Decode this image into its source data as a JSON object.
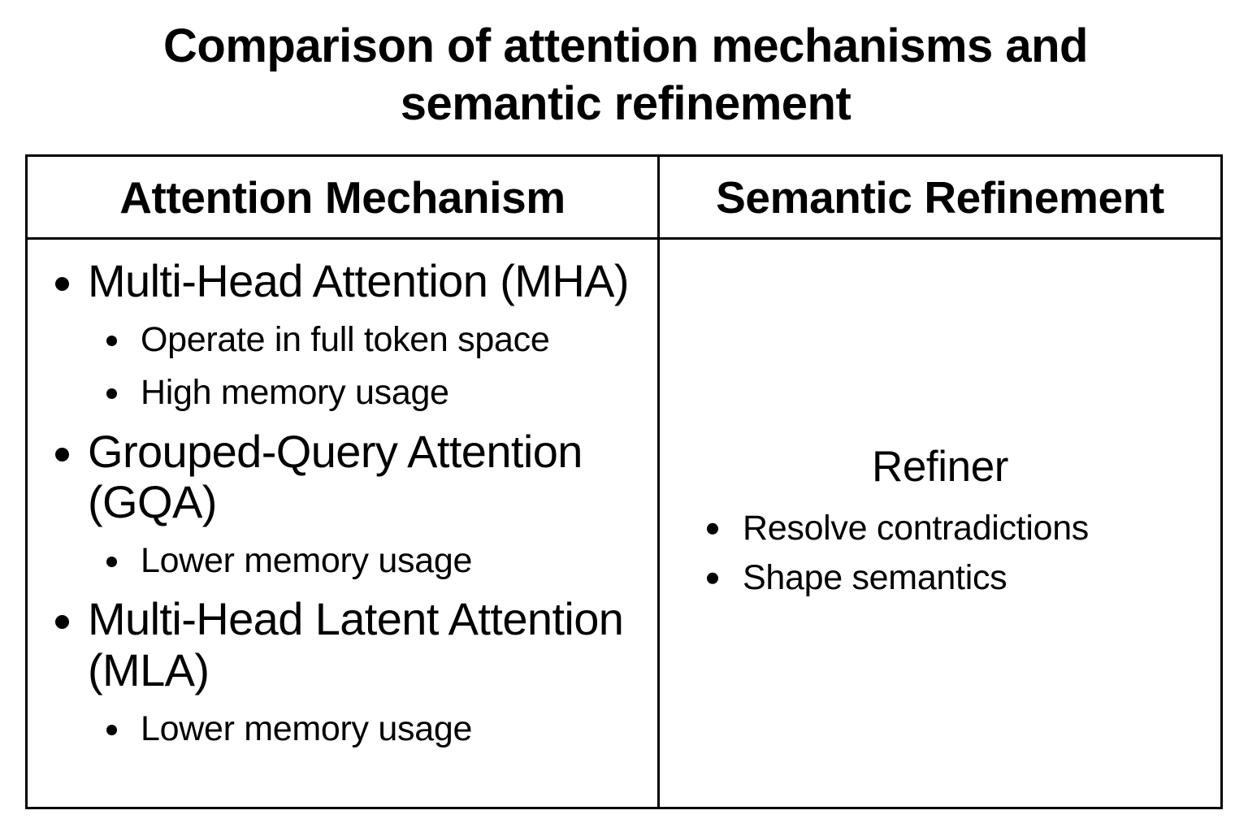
{
  "title": "Comparison of attention mechanisms and semantic refinement",
  "table": {
    "headers": {
      "left": "Attention Mechanism",
      "right": "Semantic Refinement"
    },
    "attention_mechanism": {
      "groups": [
        {
          "label": "Multi-Head Attention (MHA)",
          "sub_items": [
            "Operate in full token space",
            "High memory usage"
          ]
        },
        {
          "label": "Grouped-Query Attention (GQA)",
          "sub_items": [
            "Lower memory usage"
          ]
        },
        {
          "label": "Multi-Head Latent Attention (MLA)",
          "sub_items": [
            "Lower memory usage"
          ]
        }
      ]
    },
    "semantic_refinement": {
      "heading": "Refiner",
      "items": [
        "Resolve contradictions",
        "Shape semantics"
      ]
    }
  },
  "colors": {
    "text": "#000000",
    "border": "#000000",
    "background": "#ffffff"
  }
}
